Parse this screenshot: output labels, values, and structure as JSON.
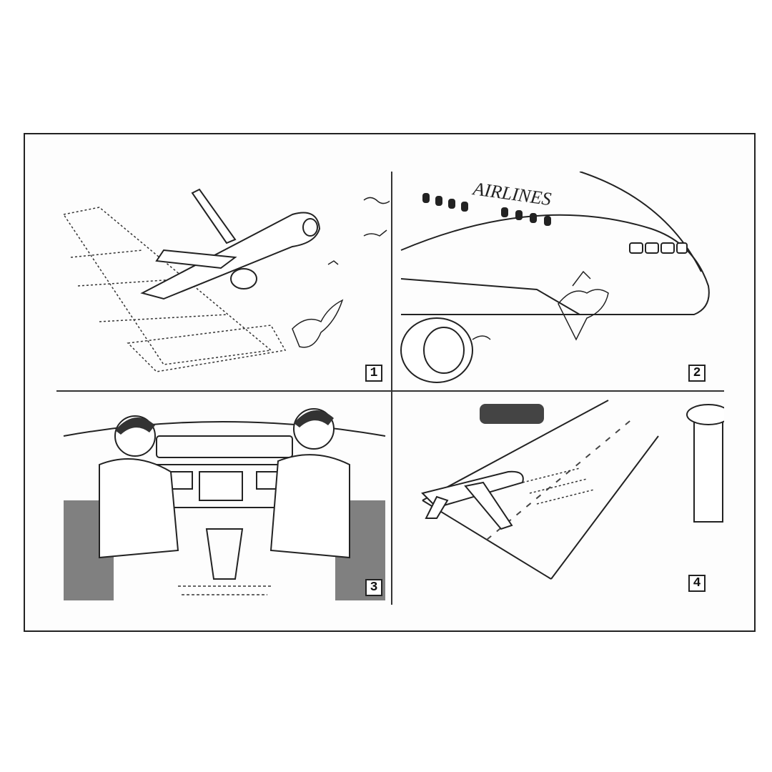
{
  "panels": [
    {
      "number": "1",
      "icon": "airplane-takeoff-birds-icon"
    },
    {
      "number": "2",
      "icon": "bird-strike-engine-icon",
      "fuselage_text": "AIRLINES"
    },
    {
      "number": "3",
      "icon": "cockpit-pilots-icon"
    },
    {
      "number": "4",
      "icon": "airport-runway-tower-icon"
    }
  ],
  "colors": {
    "ink": "#222222",
    "paper": "#fdfdfd"
  }
}
